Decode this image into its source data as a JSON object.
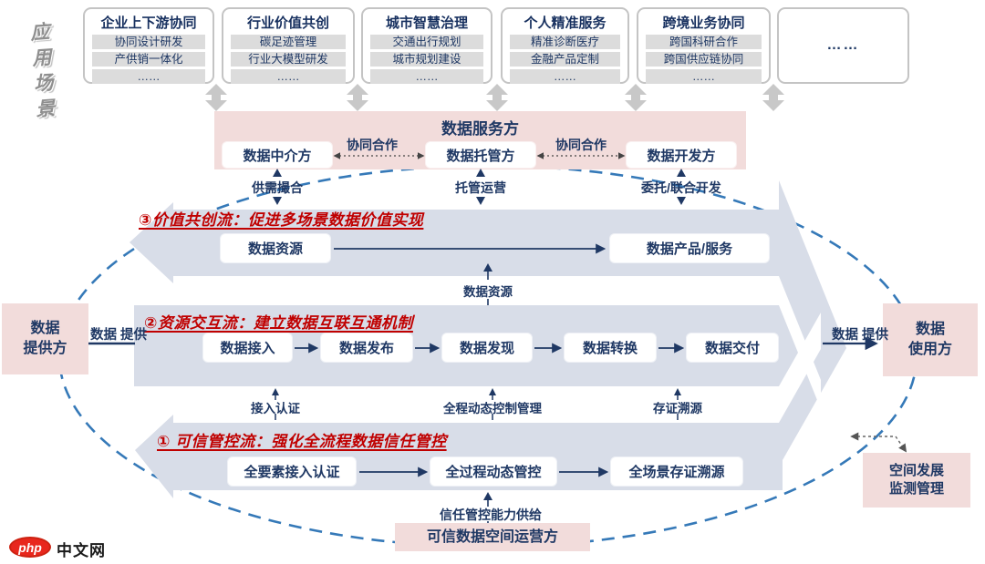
{
  "colors": {
    "navy": "#1F3864",
    "red_title": "#C00000",
    "pink_fill": "#F2DCDB",
    "band_fill": "#D8DDE8",
    "gray_arrow": "#C8C8C8",
    "ellipse_blue": "#3579B8"
  },
  "app_scenarios": {
    "label": "应用场景",
    "boxes": [
      {
        "title": "企业上下游协同",
        "items": [
          "协同设计研发",
          "产供销一体化",
          "……"
        ]
      },
      {
        "title": "行业价值共创",
        "items": [
          "碳足迹管理",
          "行业大模型研发",
          "……"
        ]
      },
      {
        "title": "城市智慧治理",
        "items": [
          "交通出行规划",
          "城市规划建设",
          "……"
        ]
      },
      {
        "title": "个人精准服务",
        "items": [
          "精准诊断医疗",
          "金融产品定制",
          "……"
        ]
      },
      {
        "title": "跨境业务协同",
        "items": [
          "跨国科研合作",
          "跨国供应链协同",
          "……"
        ]
      },
      {
        "title": "……",
        "items": []
      }
    ]
  },
  "service_band": {
    "title": "数据服务方",
    "coop_label": "协同合作",
    "members": [
      {
        "name": "数据中介方",
        "func": "供需撮合"
      },
      {
        "name": "数据托管方",
        "func": "托管运营"
      },
      {
        "name": "数据开发方",
        "func": "委托/联合开发"
      }
    ]
  },
  "flows": {
    "flow3": {
      "title": "③价值共创流：促进多场景数据价值实现",
      "source": "数据资源",
      "target": "数据产品/服务",
      "link_label": "数据资源"
    },
    "flow2": {
      "title": "②资源交互流：建立数据互联互通机制",
      "steps": [
        "数据接入",
        "数据发布",
        "数据发现",
        "数据转换",
        "数据交付"
      ],
      "controls": [
        "接入认证",
        "全程动态控制管理",
        "存证溯源"
      ]
    },
    "flow1": {
      "title": "① 可信管控流：强化全流程数据信任管控",
      "steps": [
        "全要素接入认证",
        "全过程动态管控",
        "全场景存证溯源"
      ]
    }
  },
  "parties": {
    "provider": {
      "name": "数据\n提供方",
      "flow_label": "数据\n提供"
    },
    "consumer": {
      "name": "数据\n使用方",
      "flow_label": "数据\n提供"
    }
  },
  "operator": {
    "capability": "信任管控能力供给",
    "name": "可信数据空间运营方"
  },
  "monitor": {
    "name": "空间发展\n监测管理"
  },
  "watermark": {
    "logo": "php",
    "site": "中文网"
  }
}
